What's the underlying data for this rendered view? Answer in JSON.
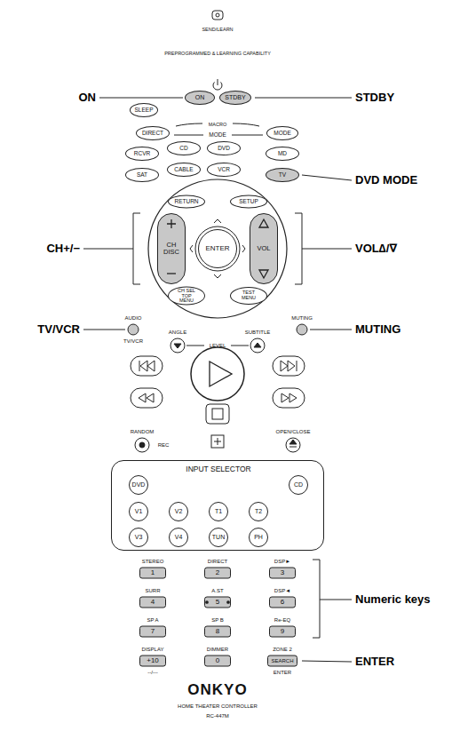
{
  "diagram": {
    "nodes": [
      {
        "text": [
          "SEND/LEARN",
          "PREPROGRAMMED & LEARNING CAPABILITY",
          "MACRO",
          "MODE",
          "AUDIO",
          "ANGLE",
          "SUBTITLE",
          "MUTING",
          "TV/VCR",
          "LEVEL",
          "RANDOM",
          "REC",
          "OPEN/CLOSE",
          "STEREO",
          "DIRECT",
          "DSP►",
          "SURR",
          "A.ST",
          "DSP◄",
          "SP A",
          "SP B",
          "Re-EQ",
          "DISPLAY",
          "DIMMER",
          "ZONE 2",
          "--/---",
          "ENTER",
          "ONKYO",
          "HOME THEATER CONTROLLER",
          "RC-447M"
        ]
      },
      {
        "text": [
          "SLEEP"
        ],
        "in": 0
      },
      {
        "text": [
          "ON"
        ],
        "in": 0
      },
      {
        "text": [
          "STDBY"
        ],
        "in": 0
      },
      {
        "text": [
          "DIRECT"
        ],
        "in": 0
      },
      {
        "text": [
          "MODE"
        ],
        "in": 0
      },
      {
        "text": [
          "RCVR"
        ],
        "in": 0
      },
      {
        "text": [
          "CD"
        ],
        "in": 0
      },
      {
        "text": [
          "DVD"
        ],
        "in": 0
      },
      {
        "text": [
          "MD"
        ],
        "in": 0
      },
      {
        "text": [
          "SAT"
        ],
        "in": 0
      },
      {
        "text": [
          "CABLE"
        ],
        "in": 0
      },
      {
        "text": [
          "VCR"
        ],
        "in": 0
      },
      {
        "text": [
          "TV"
        ],
        "in": 0
      },
      {
        "text": [
          "RETURN"
        ],
        "in": 0
      },
      {
        "text": [
          "SETUP"
        ],
        "in": 0
      },
      {
        "text": [
          "CH DISC"
        ],
        "in": 0
      },
      {
        "text": [
          "ENTER"
        ],
        "in": 0
      },
      {
        "text": [
          "VOL"
        ],
        "in": 0
      },
      {
        "text": [
          "CH SEL TOP MENU"
        ],
        "in": 0
      },
      {
        "text": [
          "TEST MENU"
        ],
        "in": 0
      },
      {
        "text": [
          "INPUT SELECTOR"
        ],
        "in": 0
      },
      {
        "text": [
          "DVD"
        ],
        "in": 21
      },
      {
        "text": [
          "CD"
        ],
        "in": 21
      },
      {
        "text": [
          "V1"
        ],
        "in": 21
      },
      {
        "text": [
          "V2"
        ],
        "in": 21
      },
      {
        "text": [
          "T1"
        ],
        "in": 21
      },
      {
        "text": [
          "T2"
        ],
        "in": 21
      },
      {
        "text": [
          "V3"
        ],
        "in": 21
      },
      {
        "text": [
          "V4"
        ],
        "in": 21
      },
      {
        "text": [
          "TUN"
        ],
        "in": 21
      },
      {
        "text": [
          "PH"
        ],
        "in": 21
      },
      {
        "text": [
          "1"
        ],
        "in": 0
      },
      {
        "text": [
          "2"
        ],
        "in": 0
      },
      {
        "text": [
          "3"
        ],
        "in": 0
      },
      {
        "text": [
          "4"
        ],
        "in": 0
      },
      {
        "text": [
          "5"
        ],
        "in": 0
      },
      {
        "text": [
          "6"
        ],
        "in": 0
      },
      {
        "text": [
          "7"
        ],
        "in": 0
      },
      {
        "text": [
          "8"
        ],
        "in": 0
      },
      {
        "text": [
          "9"
        ],
        "in": 0
      },
      {
        "text": [
          "+10"
        ],
        "in": 0
      },
      {
        "text": [
          "0"
        ],
        "in": 0
      },
      {
        "text": [
          "SEARCH"
        ],
        "in": 0
      }
    ],
    "labels": [
      "ON",
      "STDBY",
      "DVD MODE",
      "CH+/−",
      "VOL∆/∇",
      "TV/VCR",
      "MUTING",
      "Numeric keys",
      "ENTER"
    ]
  }
}
